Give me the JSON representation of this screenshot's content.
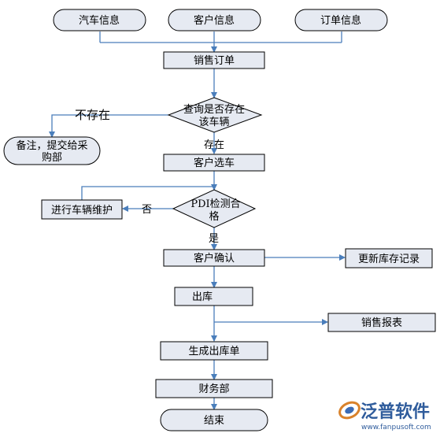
{
  "flowchart": {
    "sources": [
      "汽车信息",
      "客户信息",
      "订单信息"
    ],
    "sales_order": "销售订单",
    "query_vehicle": [
      "查询是否存在",
      "该车辆"
    ],
    "not_exist": "不存在",
    "remark": [
      "备注，提交给采",
      "购部"
    ],
    "exists": "存在",
    "customer_select": "客户选车",
    "pdi_check": [
      "PDI检测合",
      "格"
    ],
    "no": "否",
    "maintenance": "进行车辆维护",
    "yes": "是",
    "customer_confirm": "客户确认",
    "update_inventory": "更新库存记录",
    "outbound": "出库",
    "sales_report": "销售报表",
    "generate_outbound": "生成出库单",
    "finance": "财务部",
    "end": "结束"
  },
  "logo": {
    "name": "泛普软件",
    "url": "www.fanpusoft.com"
  },
  "colors": {
    "node_fill": "#e6eaf2",
    "stroke": "#000000",
    "arrow": "#4a7ebb"
  }
}
